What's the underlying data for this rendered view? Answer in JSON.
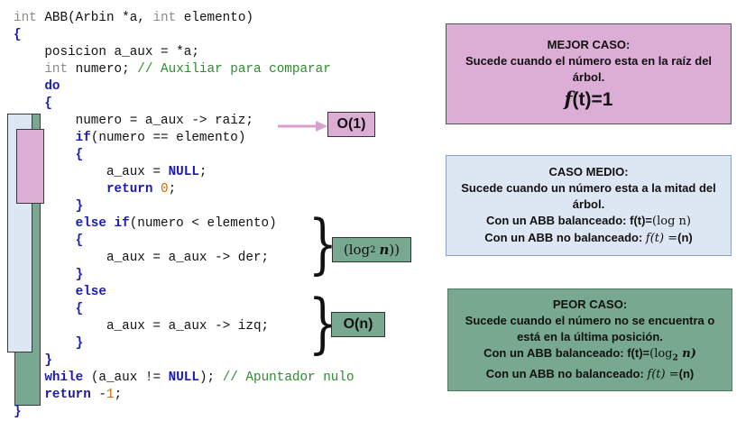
{
  "code": [
    {
      "parts": [
        [
          "int",
          "kw"
        ],
        [
          " ABB(Arbin *a, ",
          "txt"
        ],
        [
          "int",
          "kw"
        ],
        [
          " elemento)",
          "txt"
        ]
      ]
    },
    {
      "parts": [
        [
          "{",
          "brace"
        ]
      ]
    },
    {
      "parts": [
        [
          "    posicion a_aux = *a;",
          "txt"
        ]
      ]
    },
    {
      "parts": [
        [
          "    ",
          "txt"
        ],
        [
          "int",
          "kw"
        ],
        [
          " numero; ",
          "txt"
        ],
        [
          "// Auxiliar para comparar",
          "cm"
        ]
      ]
    },
    {
      "parts": [
        [
          "    ",
          "txt"
        ],
        [
          "do",
          "kw2"
        ]
      ]
    },
    {
      "parts": [
        [
          "    ",
          "txt"
        ],
        [
          "{",
          "brace"
        ]
      ]
    },
    {
      "parts": [
        [
          "        numero = a_aux -> raiz;",
          "txt"
        ]
      ]
    },
    {
      "parts": [
        [
          "        ",
          "txt"
        ],
        [
          "if",
          "kw2"
        ],
        [
          "(numero == elemento)",
          "txt"
        ]
      ]
    },
    {
      "parts": [
        [
          "        ",
          "txt"
        ],
        [
          "{",
          "brace"
        ]
      ]
    },
    {
      "parts": [
        [
          "            a_aux = ",
          "txt"
        ],
        [
          "NULL",
          "kw2"
        ],
        [
          ";",
          "txt"
        ]
      ]
    },
    {
      "parts": [
        [
          "            ",
          "txt"
        ],
        [
          "return",
          "kw2"
        ],
        [
          " ",
          "txt"
        ],
        [
          "0",
          "num"
        ],
        [
          ";",
          "txt"
        ]
      ]
    },
    {
      "parts": [
        [
          "        ",
          "txt"
        ],
        [
          "}",
          "brace"
        ]
      ]
    },
    {
      "parts": [
        [
          "        ",
          "txt"
        ],
        [
          "else if",
          "kw2"
        ],
        [
          "(numero < elemento)",
          "txt"
        ]
      ]
    },
    {
      "parts": [
        [
          "        ",
          "txt"
        ],
        [
          "{",
          "brace"
        ]
      ]
    },
    {
      "parts": [
        [
          "            a_aux = a_aux -> der;",
          "txt"
        ]
      ]
    },
    {
      "parts": [
        [
          "        ",
          "txt"
        ],
        [
          "}",
          "brace"
        ]
      ]
    },
    {
      "parts": [
        [
          "        ",
          "txt"
        ],
        [
          "else",
          "kw2"
        ]
      ]
    },
    {
      "parts": [
        [
          "        ",
          "txt"
        ],
        [
          "{",
          "brace"
        ]
      ]
    },
    {
      "parts": [
        [
          "            a_aux = a_aux -> izq;",
          "txt"
        ]
      ]
    },
    {
      "parts": [
        [
          "        ",
          "txt"
        ],
        [
          "}",
          "brace"
        ]
      ]
    },
    {
      "parts": [
        [
          "    ",
          "txt"
        ],
        [
          "}",
          "brace"
        ]
      ]
    },
    {
      "parts": [
        [
          "    ",
          "txt"
        ],
        [
          "while",
          "kw2"
        ],
        [
          " (a_aux != ",
          "txt"
        ],
        [
          "NULL",
          "kw2"
        ],
        [
          "); ",
          "txt"
        ],
        [
          "// Apuntador nulo",
          "cm"
        ]
      ]
    },
    {
      "parts": [
        [
          "    ",
          "txt"
        ],
        [
          "return",
          "kw2"
        ],
        [
          " -",
          "txt"
        ],
        [
          "1",
          "num"
        ],
        [
          ";",
          "txt"
        ]
      ]
    },
    {
      "parts": [
        [
          "}",
          "brace"
        ]
      ]
    }
  ],
  "labels": {
    "o1": "O(1)",
    "log_pre": "(log",
    "log_sub": "2",
    "log_var": "n",
    "log_post": "))",
    "on": "O(n)"
  },
  "mejor": {
    "title": "MEJOR CASO:",
    "body": "Sucede cuando el número esta en la raíz del árbol.",
    "formula_f": "f",
    "formula_rest": "(t)=1"
  },
  "medio": {
    "title": "CASO MEDIO:",
    "body": "Sucede cuando un número esta a la mitad del árbol.",
    "bal_label": "Con un ABB balanceado: f(t)=",
    "bal_formula": "(log n)",
    "nobal_label": "Con un ABB no balanceado: ",
    "nobal_formula": "f(t) =",
    "nobal_tail": "(n)"
  },
  "peor": {
    "title": "PEOR CASO:",
    "body": "Sucede cuando el número no se encuentra o está en la última posición.",
    "bal_label": "Con un ABB balanceado: f(t)=",
    "bal_formula": "(log",
    "bal_sub": "2",
    "bal_formula_end": " n)",
    "nobal_label": "Con un ABB no balanceado: ",
    "nobal_formula": "f(t) =",
    "nobal_tail": "(n)"
  },
  "colors": {
    "pink": "#dcaed6",
    "light_blue": "#dde7f3",
    "green": "#78a88f",
    "arrow": "#d7a0cf"
  }
}
